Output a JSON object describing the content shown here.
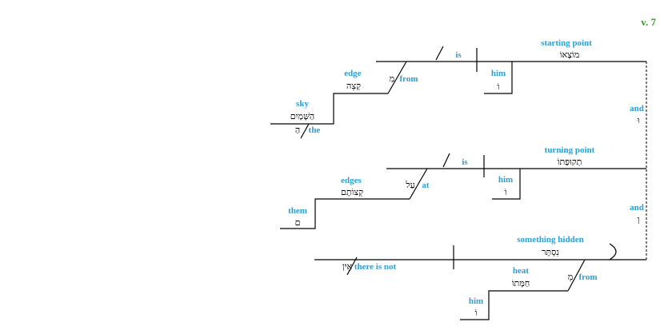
{
  "verse": "v. 7",
  "words": {
    "w_starting_point": {
      "gloss": "starting point",
      "hebrew": "מוֹצָאוֹ"
    },
    "w_is_1": {
      "gloss": "is",
      "hebrew": ""
    },
    "w_him_1": {
      "gloss": "him",
      "hebrew": "וֹ"
    },
    "w_from_1": {
      "gloss": "from",
      "hebrew": "מִ"
    },
    "w_edge": {
      "gloss": "edge",
      "hebrew": "קְצֵה"
    },
    "w_sky": {
      "gloss": "sky",
      "hebrew": "הַשָּׁמַיִם"
    },
    "w_the": {
      "gloss": "the",
      "hebrew": "הַ"
    },
    "w_and_1": {
      "gloss": "and",
      "hebrew": "וּ"
    },
    "w_turning_point": {
      "gloss": "turning point",
      "hebrew": "תְקוּפָתוֹ"
    },
    "w_is_2": {
      "gloss": "is",
      "hebrew": ""
    },
    "w_him_2": {
      "gloss": "him",
      "hebrew": "וֹ"
    },
    "w_at": {
      "gloss": "at",
      "hebrew": "עַל"
    },
    "w_edges": {
      "gloss": "edges",
      "hebrew": "קְצוֹתָם"
    },
    "w_them": {
      "gloss": "them",
      "hebrew": "ם"
    },
    "w_and_2": {
      "gloss": "and",
      "hebrew": "וְ"
    },
    "w_something_hidden": {
      "gloss": "something hidden",
      "hebrew": "נִסְתָּר"
    },
    "w_there_is_not": {
      "gloss": "there is not",
      "hebrew": "אֵין"
    },
    "w_from_2": {
      "gloss": "from",
      "hebrew": "מֵ"
    },
    "w_heat": {
      "gloss": "heat",
      "hebrew": "חַמָּתוֹ"
    },
    "w_him_3": {
      "gloss": "him",
      "hebrew": "וֹ"
    }
  }
}
